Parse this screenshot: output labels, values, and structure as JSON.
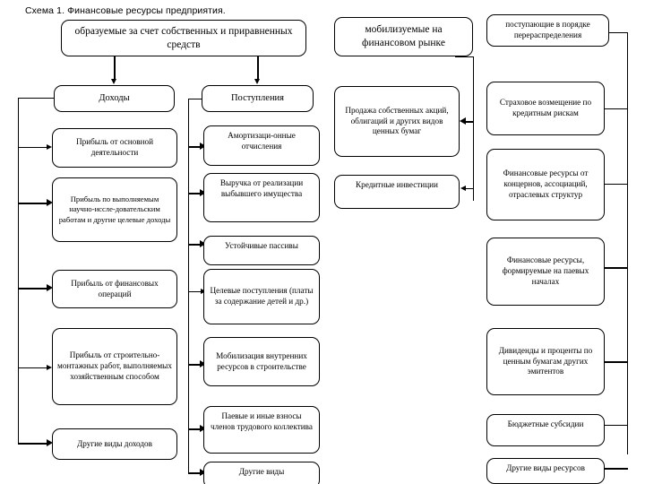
{
  "diagram": {
    "title": "Схема 1. Финансовые ресурсы предприятия.",
    "headers": [
      {
        "id": "own",
        "label": "образуемые за счет собственных  и приравненных средств"
      },
      {
        "id": "market",
        "label": "мобилизуемые на финансовом рынке"
      },
      {
        "id": "redistrib",
        "label": "поступающие в порядке перераспределения"
      }
    ],
    "subheaders": [
      {
        "id": "incomes",
        "label": "Доходы"
      },
      {
        "id": "receipts",
        "label": "Поступления"
      }
    ],
    "columns": [
      {
        "id": "incomes-col",
        "parent": "incomes",
        "items": [
          {
            "id": "inc-1",
            "label": "Прибыль от основной деятельности"
          },
          {
            "id": "inc-2",
            "label": "Прибыль по выполняемым научно-иссле-довательским работам и другие целевые доходы"
          },
          {
            "id": "inc-3",
            "label": "Прибыль от финансовых операций"
          },
          {
            "id": "inc-4",
            "label": "Прибыль от строительно-монтажных работ, выполняемых хозяйственным способом"
          },
          {
            "id": "inc-5",
            "label": "Другие виды доходов"
          }
        ]
      },
      {
        "id": "receipts-col",
        "parent": "receipts",
        "items": [
          {
            "id": "rec-1",
            "label": "Амортизаци-онные отчисления"
          },
          {
            "id": "rec-2",
            "label": "Выручка от реализации выбывшего имущества"
          },
          {
            "id": "rec-3",
            "label": "Устойчивые пассивы"
          },
          {
            "id": "rec-4",
            "label": "Целевые поступления (платы за содержание детей и др.)"
          },
          {
            "id": "rec-5",
            "label": "Мобилизация внутренних ресурсов в строительстве"
          },
          {
            "id": "rec-6",
            "label": "Паевые и иные взносы членов трудового коллектива"
          },
          {
            "id": "rec-7",
            "label": "Другие виды"
          }
        ]
      },
      {
        "id": "market-col",
        "parent": "market",
        "items": [
          {
            "id": "mkt-1",
            "label": "Продажа собственных акций, облигаций и других видов ценных бумаг"
          },
          {
            "id": "mkt-2",
            "label": "Кредитные инвестиции"
          }
        ]
      },
      {
        "id": "redistrib-col",
        "parent": "redistrib",
        "items": [
          {
            "id": "red-1",
            "label": "Страховое возмещение по кредитным рискам"
          },
          {
            "id": "red-2",
            "label": "Финансовые ресурсы от концернов, ассоциаций, отраслевых структур"
          },
          {
            "id": "red-3",
            "label": "Финансовые ресурсы, формируемые на паевых началах"
          },
          {
            "id": "red-4",
            "label": "Дивиденды и проценты по ценным бумагам других эмитентов"
          },
          {
            "id": "red-5",
            "label": "Бюджетные субсидии"
          },
          {
            "id": "red-6",
            "label": "Другие виды ресурсов"
          }
        ]
      }
    ],
    "colors": {
      "stroke": "#000000",
      "fill": "#ffffff",
      "text": "#000000"
    }
  }
}
